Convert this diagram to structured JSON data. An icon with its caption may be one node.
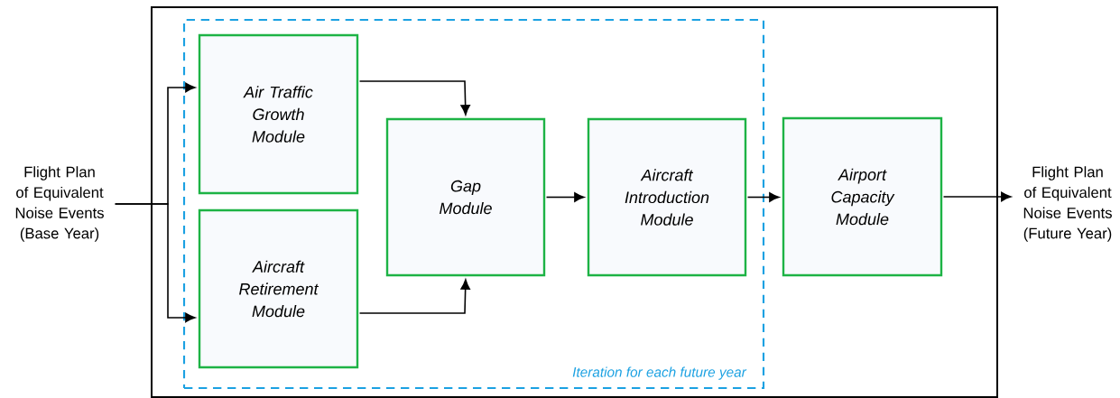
{
  "diagram": {
    "nodes": [
      {
        "text": [],
        "shape": "box"
      },
      {
        "text": [
          "Iteration for each future year"
        ],
        "in": 0
      },
      {
        "text": [
          "Flight Plan of Equivalent Noise Events (Base Year)"
        ]
      },
      {
        "text": [
          "Air Traffic Growth Module"
        ],
        "in": 1
      },
      {
        "text": [
          "Aircraft Retirement Module"
        ],
        "in": 1
      },
      {
        "text": [
          "Gap Module"
        ],
        "in": 1
      },
      {
        "text": [
          "Aircraft Introduction Module"
        ],
        "in": 1
      },
      {
        "text": [
          "Airport Capacity Module"
        ],
        "in": 0
      },
      {
        "text": [
          "Flight Plan of Equivalent Noise Events (Future Year)"
        ]
      }
    ],
    "edges": [
      {
        "from": 2,
        "to": 3,
        "arrow": "to"
      },
      {
        "from": 2,
        "to": 4,
        "arrow": "to"
      },
      {
        "from": 3,
        "to": 5,
        "arrow": "to"
      },
      {
        "from": 4,
        "to": 5,
        "arrow": "to"
      },
      {
        "from": 5,
        "to": 6,
        "arrow": "to"
      },
      {
        "from": 6,
        "to": 7,
        "arrow": "to"
      },
      {
        "from": 7,
        "to": 8,
        "arrow": "to"
      }
    ]
  }
}
